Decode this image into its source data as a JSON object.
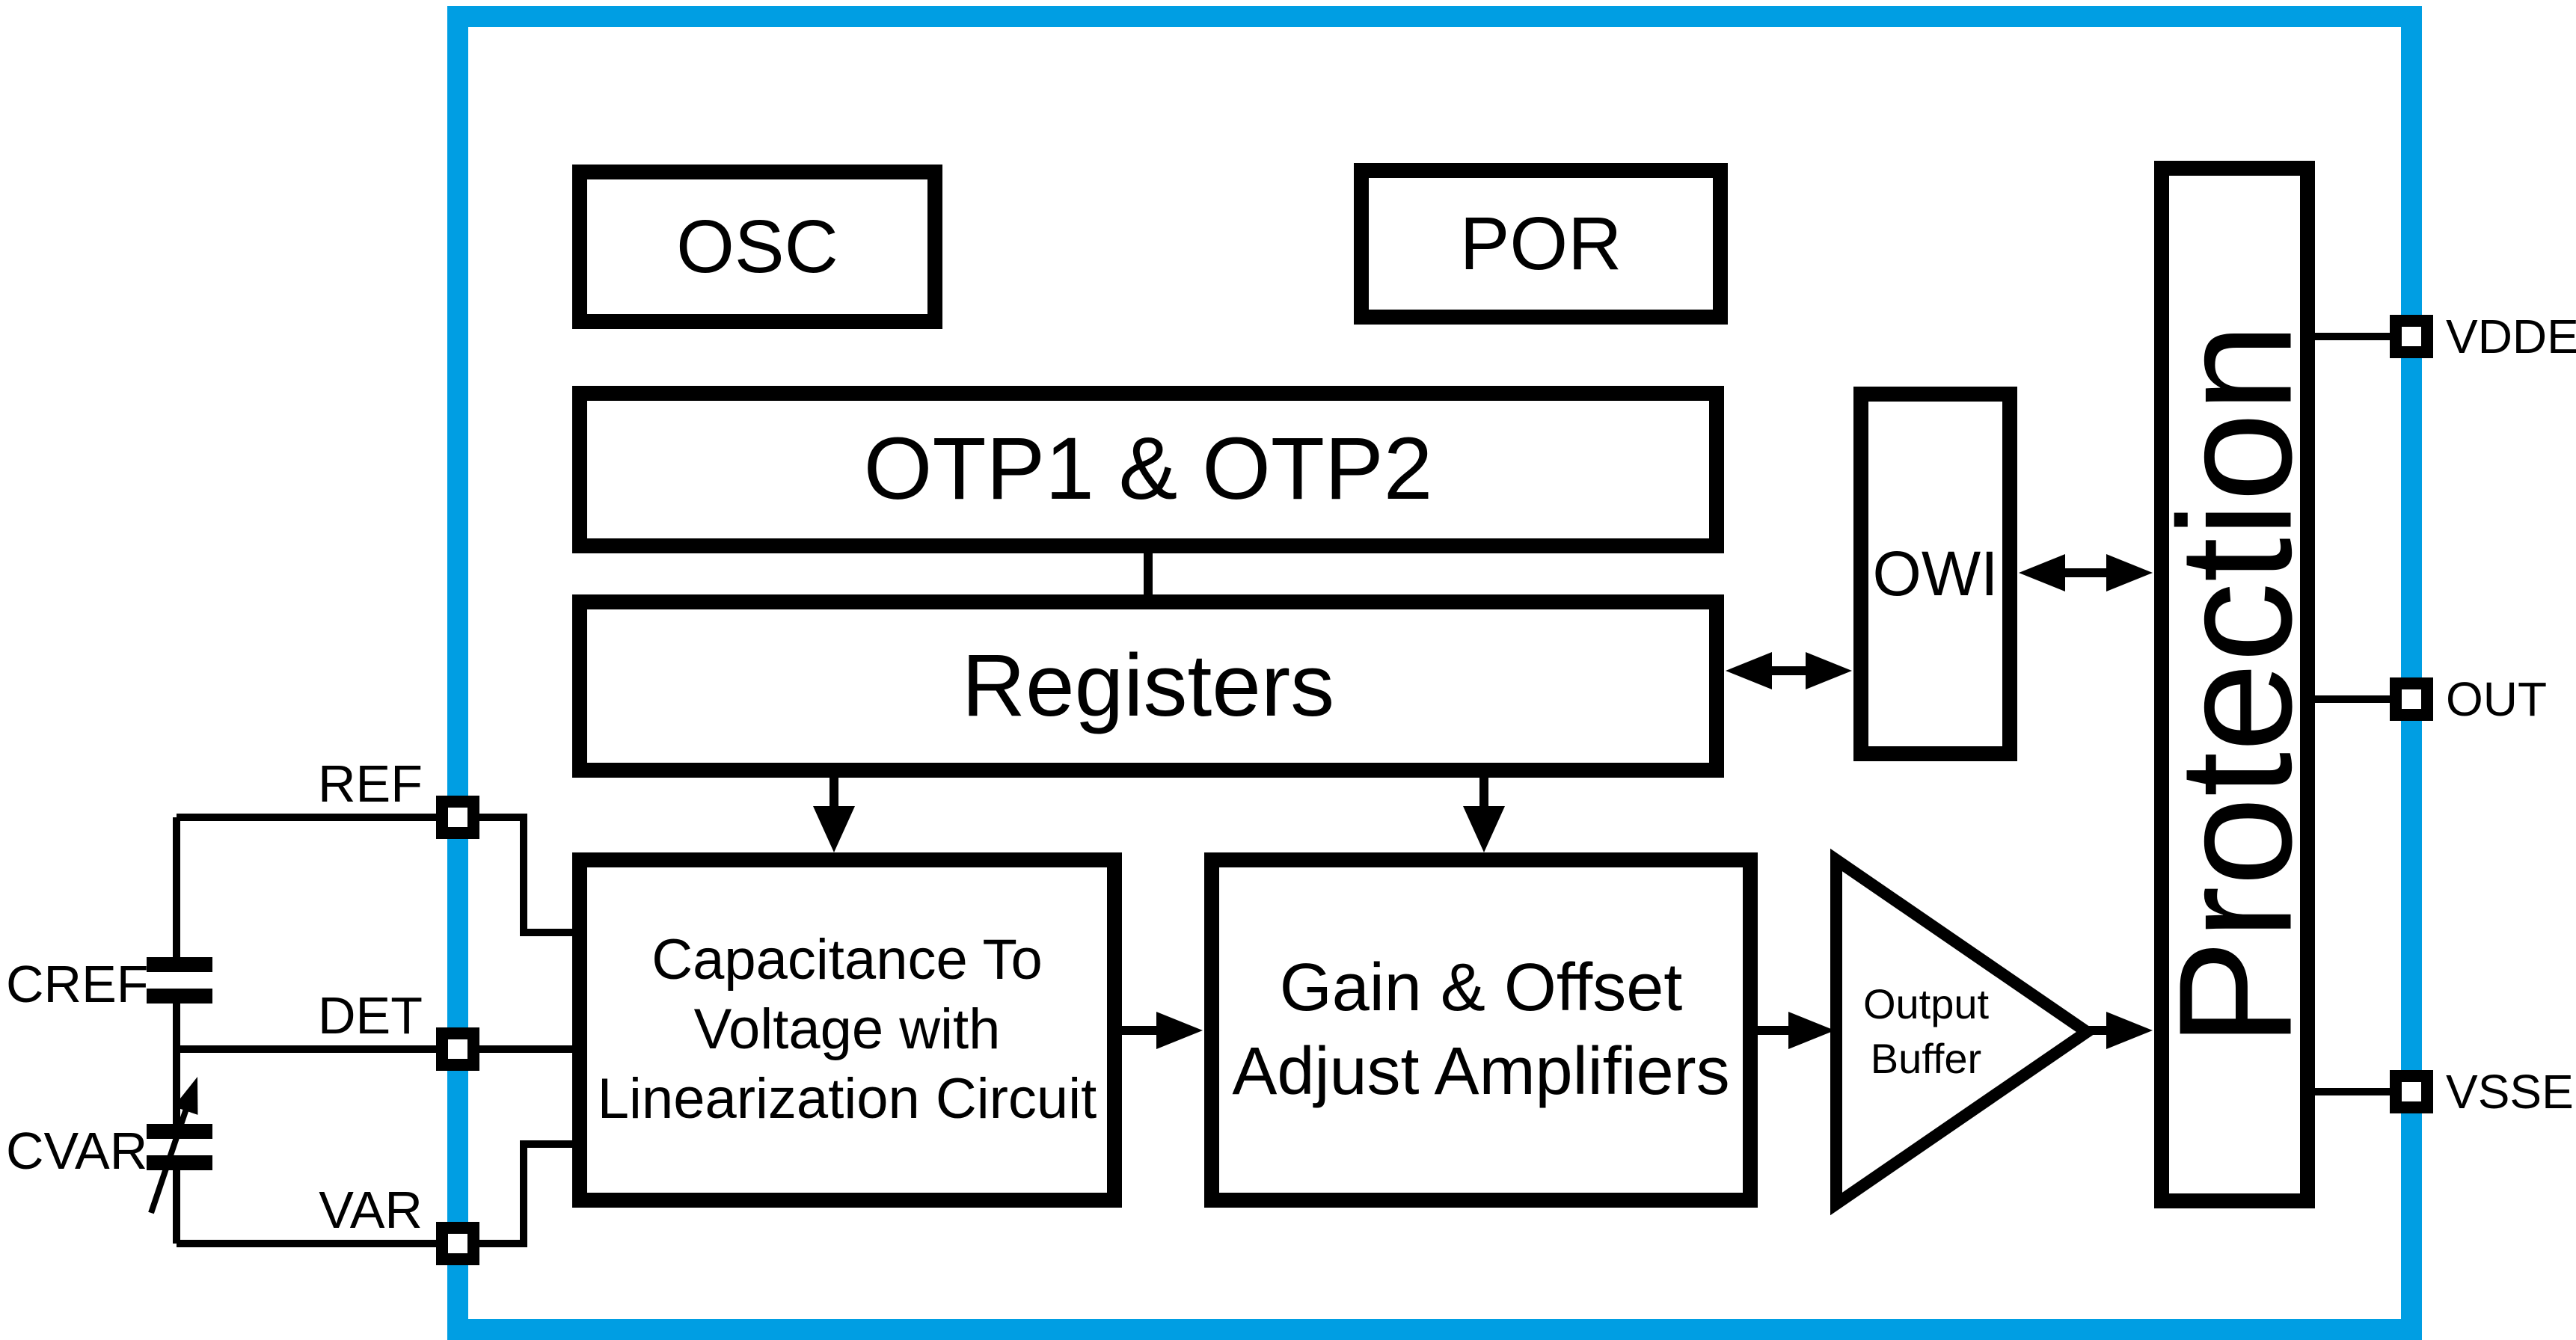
{
  "diagram_type": "block-diagram",
  "colors": {
    "chip_boundary_blue": "#009EE3",
    "line_black": "#000000",
    "background": "#FFFFFF"
  },
  "blocks": {
    "osc": {
      "label": "OSC"
    },
    "por": {
      "label": "POR"
    },
    "otp": {
      "label": "OTP1 & OTP2"
    },
    "registers": {
      "label": "Registers"
    },
    "owi": {
      "label": "OWI"
    },
    "protection": {
      "label": "Protection"
    },
    "c2v": {
      "line1": "Capacitance To",
      "line2": "Voltage with",
      "line3": "Linearization Circuit"
    },
    "gain": {
      "line1": "Gain & Offset",
      "line2": "Adjust Amplifiers"
    },
    "output_buffer": {
      "line1": "Output",
      "line2": "Buffer"
    }
  },
  "pins": {
    "left": [
      {
        "label": "REF"
      },
      {
        "label": "DET"
      },
      {
        "label": "VAR"
      }
    ],
    "right": [
      {
        "label": "VDDE"
      },
      {
        "label": "OUT"
      },
      {
        "label": "VSSE"
      }
    ]
  },
  "external_components": {
    "cref": {
      "label": "CREF"
    },
    "cvar": {
      "label": "CVAR"
    }
  }
}
